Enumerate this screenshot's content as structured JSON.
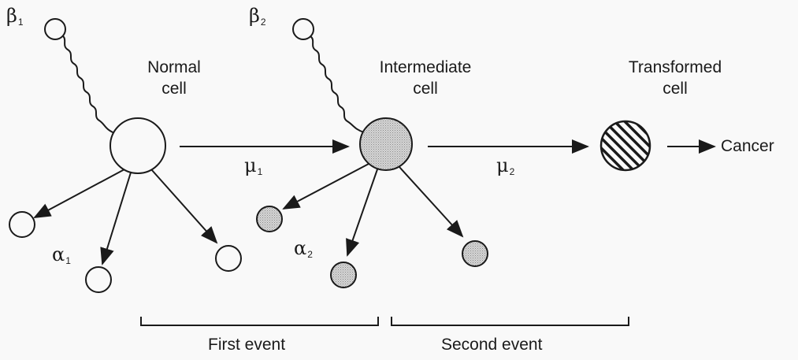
{
  "stages": {
    "normal": {
      "line1": "Normal",
      "line2": "cell"
    },
    "intermediate": {
      "line1": "Intermediate",
      "line2": "cell"
    },
    "transformed": {
      "line1": "Transformed",
      "line2": "cell"
    }
  },
  "outcome": "Cancer",
  "parameters": {
    "beta1": {
      "symbol": "β",
      "sub": "1"
    },
    "beta2": {
      "symbol": "β",
      "sub": "2"
    },
    "alpha1": {
      "symbol": "α",
      "sub": "1"
    },
    "alpha2": {
      "symbol": "α",
      "sub": "2"
    },
    "mu1": {
      "symbol": "μ",
      "sub": "1"
    },
    "mu2": {
      "symbol": "μ",
      "sub": "2"
    }
  },
  "events": {
    "first": "First event",
    "second": "Second event"
  }
}
